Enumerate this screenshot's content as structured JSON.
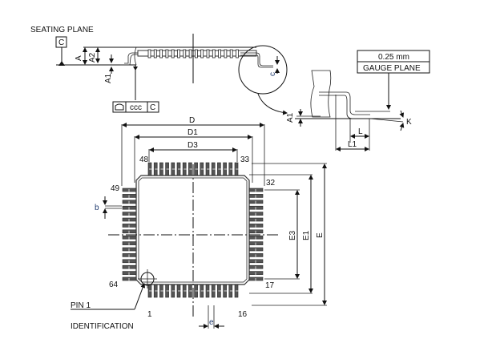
{
  "diagram": {
    "title": "LQFP64 package outline",
    "side_view": {
      "seating_plane_label": "SEATING PLANE",
      "datum_label": "C",
      "dimension_labels": [
        "A",
        "A2",
        "A1"
      ],
      "tolerance_frame": {
        "symbol": "profile-of-surface",
        "value": "ccc",
        "datum": "C"
      },
      "lead_thickness_label": "c"
    },
    "detail_view": {
      "gauge_value": "0.25 mm",
      "gauge_label": "GAUGE PLANE",
      "dimension_labels": [
        "A1",
        "L",
        "L1",
        "K"
      ]
    },
    "top_view": {
      "width_labels": [
        "D",
        "D1",
        "D3"
      ],
      "height_labels": [
        "E3",
        "E1",
        "E"
      ],
      "lead_width_label": "b",
      "pitch_label": "e",
      "pin_numbers": {
        "top_left": "48",
        "top_right": "33",
        "right_top": "32",
        "right_bottom": "17",
        "bottom_left": "1",
        "bottom_right": "16",
        "left_top": "49",
        "left_bottom": "64"
      },
      "pins_per_side": 16,
      "pin1_label_line1": "PIN 1",
      "pin1_label_line2": "IDENTIFICATION"
    }
  }
}
